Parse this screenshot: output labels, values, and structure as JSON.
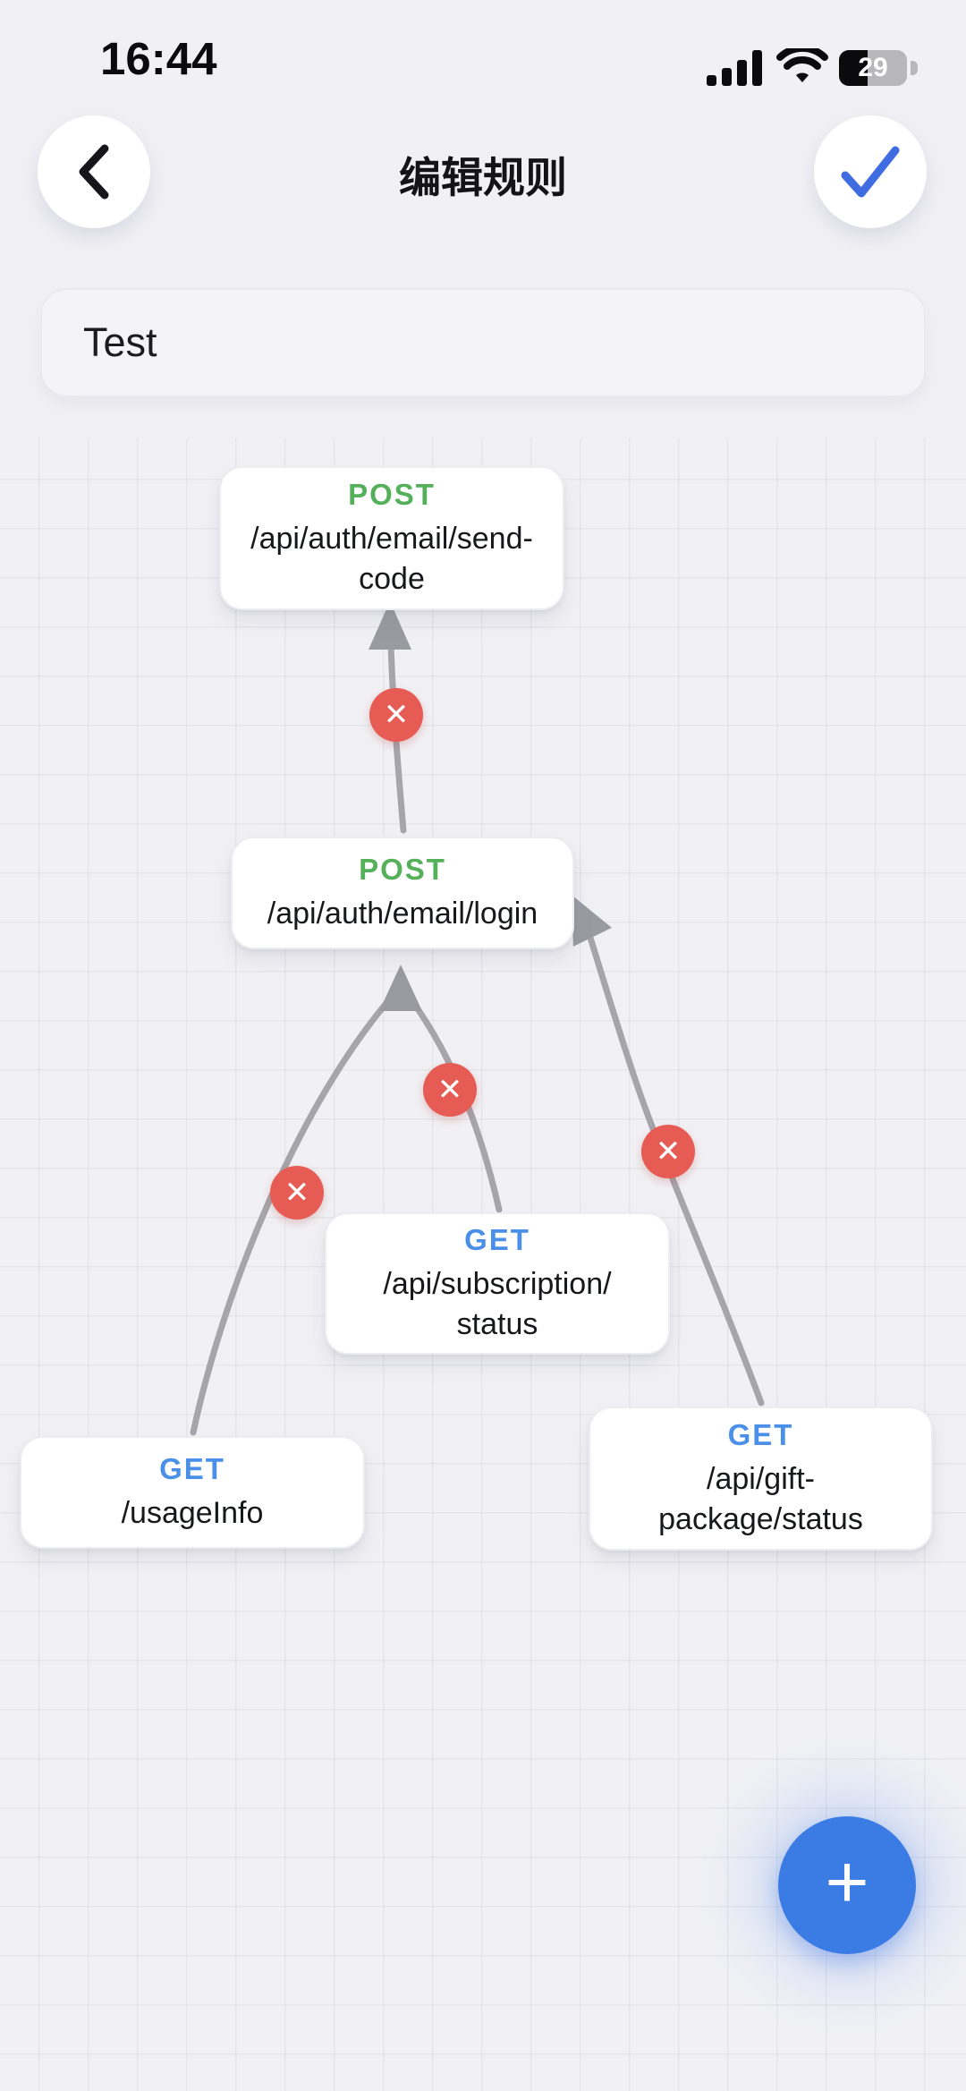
{
  "status_bar": {
    "time": "16:44",
    "battery_percent": "29"
  },
  "header": {
    "title": "编辑规则"
  },
  "rule_name_input": {
    "value": "Test"
  },
  "flow": {
    "nodes": [
      {
        "id": "send-code",
        "method": "POST",
        "path": "/api/auth/email/send-code"
      },
      {
        "id": "login",
        "method": "POST",
        "path": "/api/auth/email/login"
      },
      {
        "id": "subscription-status",
        "method": "GET",
        "path": "/api/subscription/status"
      },
      {
        "id": "usage-info",
        "method": "GET",
        "path": "/usageInfo"
      },
      {
        "id": "gift-package-status",
        "method": "GET",
        "path": "/api/gift-package/status"
      }
    ],
    "edges": [
      {
        "from": "/api/auth/email/login",
        "to": "/api/auth/email/send-code"
      },
      {
        "from": "/usageInfo",
        "to": "/api/auth/email/login"
      },
      {
        "from": "/api/subscription/status",
        "to": "/api/auth/email/login"
      },
      {
        "from": "/api/gift-package/status",
        "to": "/api/auth/email/login"
      }
    ],
    "delete_icon": "✕"
  },
  "fab": {
    "icon": "+"
  },
  "colors": {
    "method_post": "#55b05a",
    "method_get": "#4a90e8",
    "delete_button": "#e65c55",
    "edge_line": "#a5a5ab",
    "fab_blue": "#3b7ce4",
    "confirm_check": "#3f6ce0",
    "background": "#f1f1f5"
  }
}
